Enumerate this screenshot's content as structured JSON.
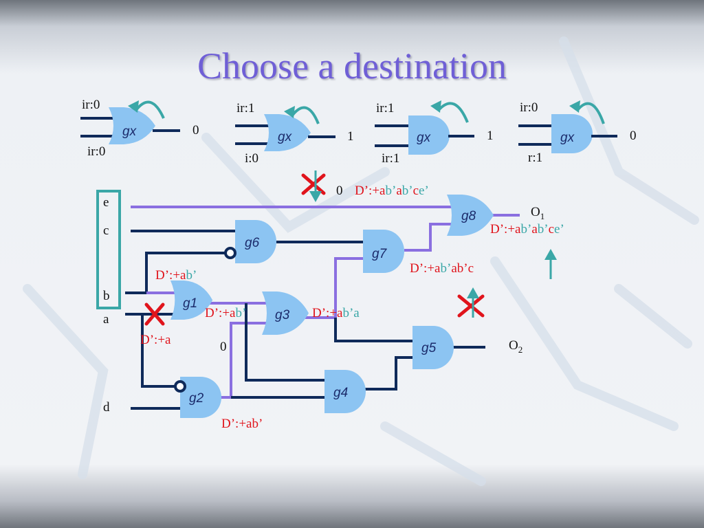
{
  "title": "Choose a destination",
  "colors": {
    "title": "#6f5fd6",
    "wire": "#0f2a5a",
    "sensitized_wire": "#8a6fe0",
    "gate_fill": "#8cc4f2",
    "d_prime_label": "#e0141c",
    "complement_mark": "#3aa7a7",
    "x_mark": "#e0141c",
    "arrow": "#3aa7a7",
    "box_outline": "#3aa7a7"
  },
  "legend_gates": [
    {
      "name": "gx",
      "in_top": "ir:0",
      "in_bottom": "ir:0",
      "out": "0"
    },
    {
      "name": "gx",
      "in_top": "ir:1",
      "in_bottom": "i:0",
      "out": "1"
    },
    {
      "name": "gx",
      "in_top": "ir:1",
      "in_bottom": "ir:1",
      "out": "1"
    },
    {
      "name": "gx",
      "in_top": "ir:0",
      "in_bottom": "r:1",
      "out": "0"
    }
  ],
  "inputs": [
    "e",
    "c",
    "b",
    "a",
    "d"
  ],
  "gates": [
    "g1",
    "g2",
    "g3",
    "g4",
    "g5",
    "g6",
    "g7",
    "g8"
  ],
  "outputs": {
    "o1": "O",
    "o1_sub": "1",
    "o2": "O",
    "o2_sub": "2"
  },
  "values": {
    "top_zero": "0",
    "mid_zero": "0"
  },
  "labels": {
    "top": [
      {
        "t": "D’:+a",
        "c": "red"
      },
      {
        "t": "b’",
        "c": "teal"
      },
      {
        "t": "a",
        "c": "red"
      },
      {
        "t": "b’",
        "c": "teal"
      },
      {
        "t": "c",
        "c": "red"
      },
      {
        "t": "e’",
        "c": "teal"
      }
    ],
    "g8_out": [
      {
        "t": "D’:+a",
        "c": "red"
      },
      {
        "t": "b’",
        "c": "teal"
      },
      {
        "t": "a",
        "c": "red"
      },
      {
        "t": "b’",
        "c": "teal"
      },
      {
        "t": "c",
        "c": "red"
      },
      {
        "t": "e’",
        "c": "teal"
      }
    ],
    "g7_out": [
      {
        "t": "D’:+a",
        "c": "red"
      },
      {
        "t": "b’",
        "c": "teal"
      },
      {
        "t": "a",
        "c": "red"
      },
      {
        "t": "b’c",
        "c": "red"
      }
    ],
    "g1_out": [
      {
        "t": "D’:+a",
        "c": "red"
      },
      {
        "t": "b’",
        "c": "teal"
      }
    ],
    "g3_in": [
      {
        "t": "D’:+a",
        "c": "red"
      },
      {
        "t": "b’",
        "c": "teal"
      }
    ],
    "g3_out": [
      {
        "t": "D’:+a",
        "c": "red"
      },
      {
        "t": "b’a",
        "c": "teal"
      }
    ],
    "a_label": [
      {
        "t": "D’:+a",
        "c": "red"
      }
    ],
    "g2_out": [
      {
        "t": "D’:+ab’",
        "c": "red"
      }
    ]
  }
}
